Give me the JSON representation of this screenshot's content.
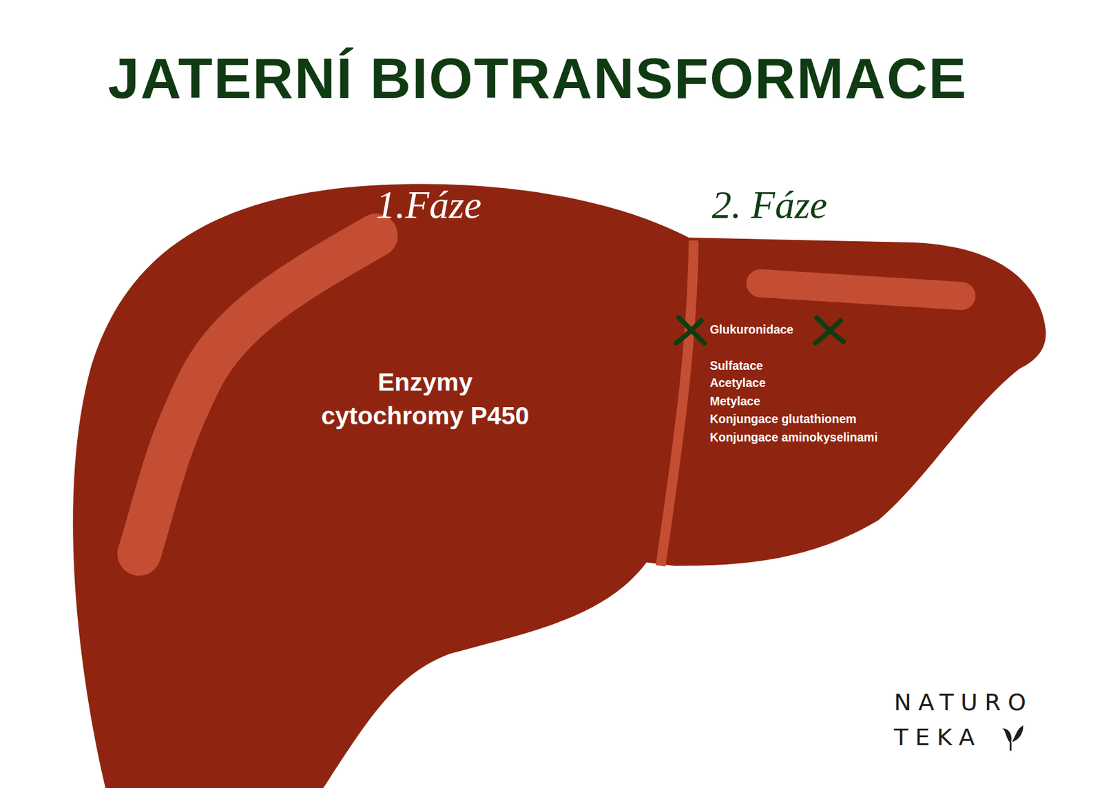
{
  "diagram": {
    "title": "JATERNÍ BIOTRANSFORMACE",
    "nodes": [
      {
        "text": [
          "1.Fáze",
          "Enzymy cytochromy P450"
        ]
      },
      {
        "text": [
          "2. Fáze",
          "Glukuronidace",
          "Sulfatace",
          "Acetylace",
          "Metylace",
          "Konjungace glutathionem",
          "Konjungace aminokyselinami"
        ]
      }
    ],
    "labels": [
      "NATURO TEKA"
    ]
  }
}
